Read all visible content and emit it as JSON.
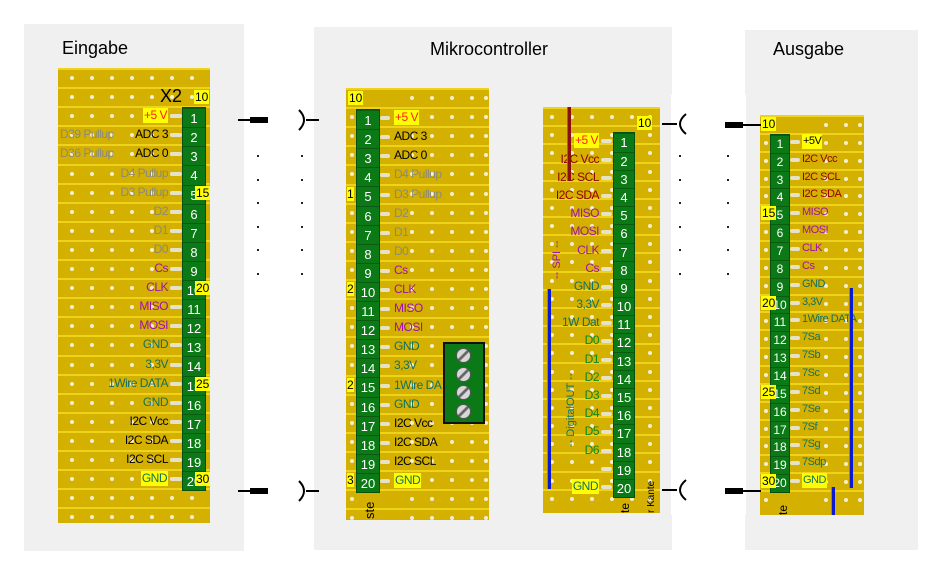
{
  "panels": {
    "input": {
      "title": "Eingabe"
    },
    "mcu": {
      "title": "Mikrocontroller"
    },
    "output": {
      "title": "Ausgabe"
    }
  },
  "colors": {
    "board": "#d4b000",
    "header": "#0b7a16",
    "highlight": "#ffff00",
    "red_label": "#ff2020",
    "purple_label": "#a010b0",
    "dark_red_label": "#900000",
    "teal_label": "#137060",
    "gray_label": "#8a8a7a",
    "black_label": "#000000"
  },
  "input_board": {
    "connector_name": "X2",
    "row_markers": [
      "10",
      "15",
      "20",
      "25",
      "30"
    ],
    "pins": [
      {
        "num": "1",
        "label": "+5 V",
        "color": "red",
        "highlight": true
      },
      {
        "num": "2",
        "label": "ADC 3",
        "color": "black",
        "extra": "D39 Pullup"
      },
      {
        "num": "3",
        "label": "ADC 0",
        "color": "black",
        "extra": "D36 Pullup"
      },
      {
        "num": "4",
        "label": "D4 Pullup",
        "color": "gray"
      },
      {
        "num": "5",
        "label": "D3 Pullup",
        "color": "gray"
      },
      {
        "num": "6",
        "label": "D2",
        "color": "gray"
      },
      {
        "num": "7",
        "label": "D1",
        "color": "gray"
      },
      {
        "num": "8",
        "label": "D0",
        "color": "gray"
      },
      {
        "num": "9",
        "label": "Cs",
        "color": "purple"
      },
      {
        "num": "10",
        "label": "CLK",
        "color": "purple"
      },
      {
        "num": "11",
        "label": "MISO",
        "color": "purple"
      },
      {
        "num": "12",
        "label": "MOSI",
        "color": "purple"
      },
      {
        "num": "13",
        "label": "GND",
        "color": "teal"
      },
      {
        "num": "14",
        "label": "3,3V",
        "color": "teal"
      },
      {
        "num": "15",
        "label": "1Wire DATA",
        "color": "teal"
      },
      {
        "num": "16",
        "label": "GND",
        "color": "teal"
      },
      {
        "num": "17",
        "label": "I2C Vcc",
        "color": "black"
      },
      {
        "num": "18",
        "label": "I2C SDA",
        "color": "black"
      },
      {
        "num": "19",
        "label": "I2C SCL",
        "color": "black"
      },
      {
        "num": "20",
        "label": "GND",
        "color": "teal",
        "highlight": true
      }
    ]
  },
  "mcu_left_board": {
    "row_markers": [
      "10",
      "1",
      "2",
      "2",
      "3"
    ],
    "bottom_text": "ste",
    "pins": [
      {
        "num": "1",
        "label": "+5 V",
        "color": "red",
        "highlight": true
      },
      {
        "num": "2",
        "label": "ADC 3",
        "color": "black"
      },
      {
        "num": "3",
        "label": "ADC 0",
        "color": "black"
      },
      {
        "num": "4",
        "label": "D4 Pullup",
        "color": "gray"
      },
      {
        "num": "5",
        "label": "D3 Pullup",
        "color": "gray"
      },
      {
        "num": "6",
        "label": "D2",
        "color": "gray"
      },
      {
        "num": "7",
        "label": "D1",
        "color": "gray"
      },
      {
        "num": "8",
        "label": "D0",
        "color": "gray"
      },
      {
        "num": "9",
        "label": "Cs",
        "color": "purple"
      },
      {
        "num": "10",
        "label": "CLK",
        "color": "purple"
      },
      {
        "num": "11",
        "label": "MISO",
        "color": "purple"
      },
      {
        "num": "12",
        "label": "MOSI",
        "color": "purple"
      },
      {
        "num": "13",
        "label": "GND",
        "color": "teal"
      },
      {
        "num": "14",
        "label": "3,3V",
        "color": "teal"
      },
      {
        "num": "15",
        "label": "1Wire DA",
        "color": "teal"
      },
      {
        "num": "16",
        "label": "GND",
        "color": "teal"
      },
      {
        "num": "17",
        "label": "I2C Vcc",
        "color": "black"
      },
      {
        "num": "18",
        "label": "I2C SDA",
        "color": "black"
      },
      {
        "num": "19",
        "label": "I2C SCL",
        "color": "black"
      },
      {
        "num": "20",
        "label": "GND",
        "color": "teal",
        "highlight": true
      }
    ],
    "terminal_block": {
      "screws": 4
    }
  },
  "mcu_right_board": {
    "row_markers": [
      "10"
    ],
    "bottom_text": "te",
    "side_text": "r Kante",
    "vertical_labels": [
      "-- SPI --",
      "-- DigitalOUT --"
    ],
    "pins": [
      {
        "num": "1",
        "label": "+5 V",
        "color": "red",
        "highlight": true
      },
      {
        "num": "2",
        "label": "I2C Vcc",
        "color": "darkred"
      },
      {
        "num": "3",
        "label": "I2C SCL",
        "color": "darkred"
      },
      {
        "num": "4",
        "label": "I2C SDA",
        "color": "darkred"
      },
      {
        "num": "5",
        "label": "MISO",
        "color": "purple"
      },
      {
        "num": "6",
        "label": "MOSI",
        "color": "purple"
      },
      {
        "num": "7",
        "label": "CLK",
        "color": "purple"
      },
      {
        "num": "8",
        "label": "Cs",
        "color": "purple"
      },
      {
        "num": "9",
        "label": "GND",
        "color": "teal"
      },
      {
        "num": "10",
        "label": "3,3V",
        "color": "teal"
      },
      {
        "num": "11",
        "label": "1W Dat",
        "color": "teal"
      },
      {
        "num": "12",
        "label": "D0",
        "color": "green"
      },
      {
        "num": "13",
        "label": "D1",
        "color": "green"
      },
      {
        "num": "14",
        "label": "D2",
        "color": "green"
      },
      {
        "num": "15",
        "label": "D3",
        "color": "green"
      },
      {
        "num": "16",
        "label": "D4",
        "color": "green"
      },
      {
        "num": "17",
        "label": "D5",
        "color": "green"
      },
      {
        "num": "18",
        "label": "D6",
        "color": "green"
      },
      {
        "num": "19",
        "label": "",
        "color": "green"
      },
      {
        "num": "20",
        "label": "GND",
        "color": "teal",
        "highlight": true
      }
    ]
  },
  "output_board": {
    "row_markers": [
      "10",
      "15",
      "20",
      "25",
      "30"
    ],
    "bottom_text": "te",
    "pins": [
      {
        "num": "1",
        "label": "+5V",
        "color": "black",
        "highlight": true
      },
      {
        "num": "2",
        "label": "I2C Vcc",
        "color": "darkred"
      },
      {
        "num": "3",
        "label": "I2C SCL",
        "color": "darkred"
      },
      {
        "num": "4",
        "label": "I2C SDA",
        "color": "darkred"
      },
      {
        "num": "5",
        "label": "MISO",
        "color": "purple"
      },
      {
        "num": "6",
        "label": "MOSI",
        "color": "purple"
      },
      {
        "num": "7",
        "label": "CLK",
        "color": "purple"
      },
      {
        "num": "8",
        "label": "Cs",
        "color": "purple"
      },
      {
        "num": "9",
        "label": "GND",
        "color": "teal"
      },
      {
        "num": "10",
        "label": "3,3V",
        "color": "teal"
      },
      {
        "num": "11",
        "label": "1Wire DATA",
        "color": "teal"
      },
      {
        "num": "12",
        "label": "7Sa",
        "color": "teal"
      },
      {
        "num": "13",
        "label": "7Sb",
        "color": "teal"
      },
      {
        "num": "14",
        "label": "7Sc",
        "color": "teal"
      },
      {
        "num": "15",
        "label": "7Sd",
        "color": "teal"
      },
      {
        "num": "16",
        "label": "7Se",
        "color": "teal"
      },
      {
        "num": "17",
        "label": "7Sf",
        "color": "teal"
      },
      {
        "num": "18",
        "label": "7Sg",
        "color": "teal"
      },
      {
        "num": "19",
        "label": "7Sdp",
        "color": "teal"
      },
      {
        "num": "20",
        "label": "GND",
        "color": "teal",
        "highlight": true
      }
    ]
  },
  "connectors": [
    {
      "type": "plug"
    },
    {
      "type": "socket"
    },
    {
      "type": "socket"
    },
    {
      "type": "plug"
    }
  ]
}
